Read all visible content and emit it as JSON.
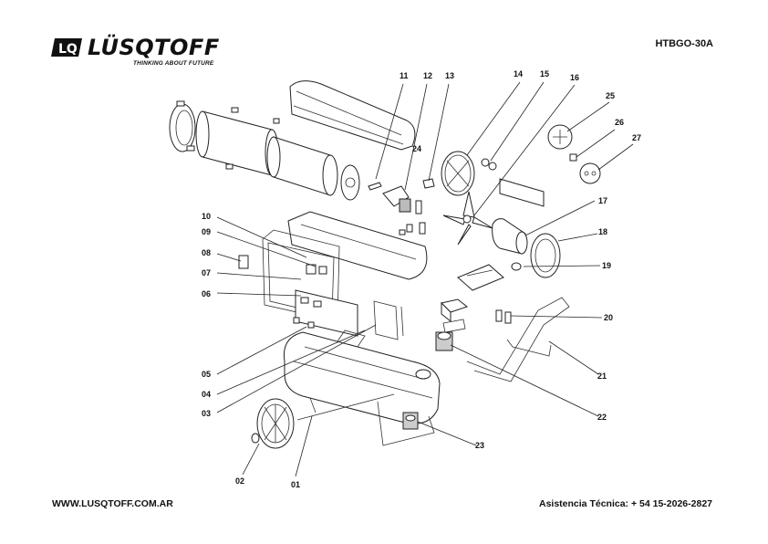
{
  "brand": {
    "name": "LÜSQTOFF",
    "tagline": "THINKING ABOUT FUTURE",
    "mark": "LQ"
  },
  "model": "HTBGO-30A",
  "footer": {
    "website": "WWW.LUSQTOFF.COM.AR",
    "support": "Asistencia Técnica: + 54 15-2026-2827"
  },
  "callouts": {
    "c01": "01",
    "c02": "02",
    "c03": "03",
    "c04": "04",
    "c05": "05",
    "c06": "06",
    "c07": "07",
    "c08": "08",
    "c09": "09",
    "c10": "10",
    "c11": "11",
    "c12": "12",
    "c13": "13",
    "c14": "14",
    "c15": "15",
    "c16": "16",
    "c17": "17",
    "c18": "18",
    "c19": "19",
    "c20": "20",
    "c21": "21",
    "c22": "22",
    "c23": "23",
    "c24": "24",
    "c25": "25",
    "c26": "26",
    "c27": "27"
  }
}
